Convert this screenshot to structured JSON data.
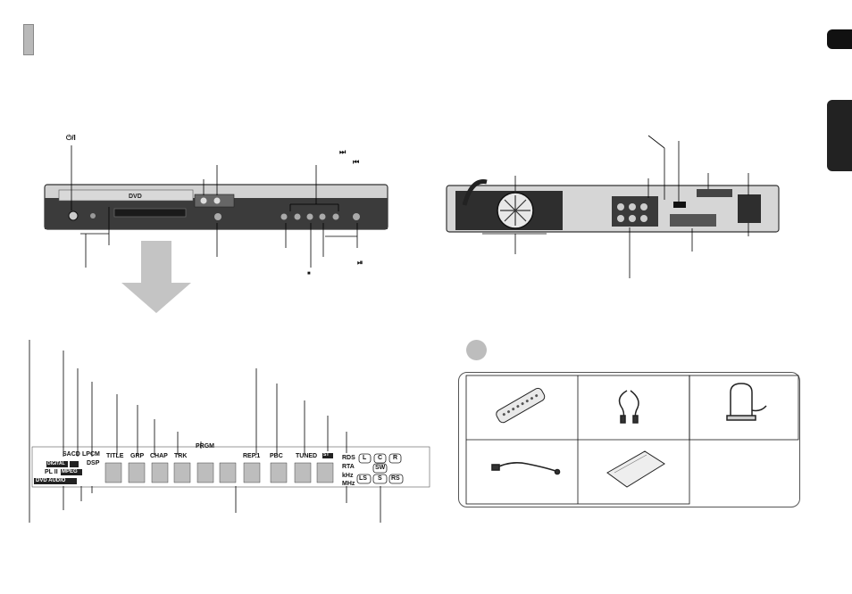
{
  "front_panel": {
    "power_symbol": "⏻/I",
    "next_symbol": "⏭",
    "prev_symbol": "⏮",
    "stop_symbol": "■",
    "play_pause_symbol": "⏯",
    "disc_logo": "DVD"
  },
  "display": {
    "codec_row1_a": "SACD",
    "codec_row1_b": "LPCM",
    "codec_row2": "DSP",
    "digital_label": "DIGITAL",
    "pl2_label": "PL II",
    "mpeg_label": "MPEG",
    "dvd_audio_label": "DVD AUDIO",
    "title": "TITLE",
    "grp": "GRP",
    "chap": "CHAP",
    "trk": "TRK",
    "prgm": "PRGM",
    "rep": "REP.1",
    "pbc": "PBC",
    "tuned": "TUNED",
    "st": "ST",
    "rds": "RDS",
    "rta": "RTA",
    "khz": "kHz",
    "mhz": "MHz",
    "speakers": [
      "L",
      "C",
      "R",
      "SW",
      "LS",
      "S",
      "RS"
    ]
  },
  "colors": {
    "panel": "#cfcfcf",
    "panel_dark": "#3a3a3a",
    "arrow": "#c4c4c4",
    "tab": "#111111"
  }
}
